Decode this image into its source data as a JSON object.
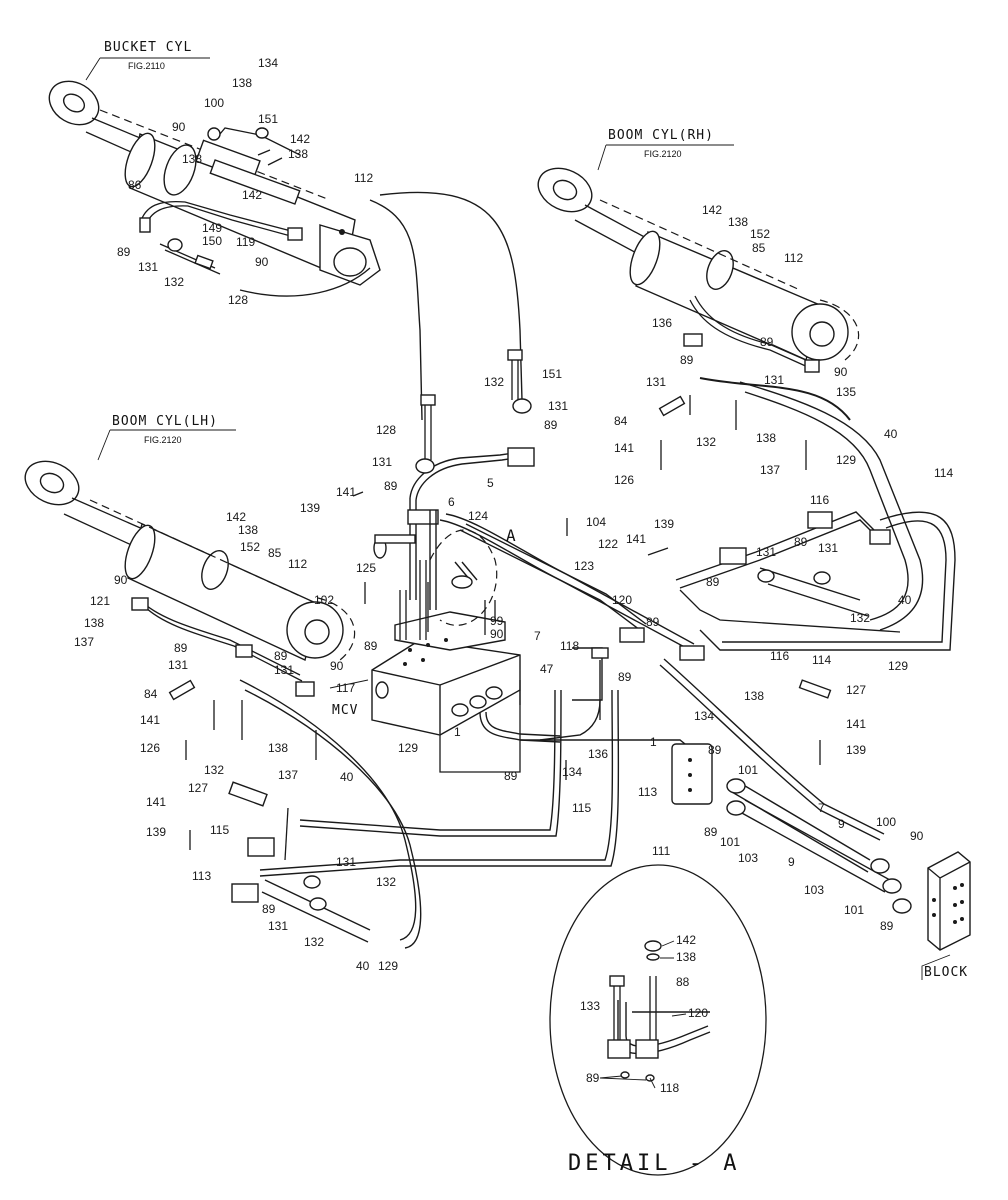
{
  "labels": {
    "bucket_cyl": "BUCKET CYL",
    "bucket_fig": "FIG.2110",
    "boom_rh": "BOOM CYL(RH)",
    "boom_rh_fig": "FIG.2120",
    "boom_lh": "BOOM CYL(LH)",
    "boom_lh_fig": "FIG.2120",
    "mcv": "MCV",
    "block": "BLOCK",
    "detail_marker": "A",
    "detail_title": "DETAIL - A"
  },
  "parts": {
    "p134a": "134",
    "p138a": "138",
    "p100a": "100",
    "p90a": "90",
    "p151a": "151",
    "p142a": "142",
    "p138b": "138",
    "p138c": "138",
    "p142b": "142",
    "p112a": "112",
    "p86": "86",
    "p89a": "89",
    "p149": "149",
    "p150": "150",
    "p119": "119",
    "p131a": "131",
    "p132a": "132",
    "p90b": "90",
    "p128a": "128",
    "p142c": "142",
    "p138d": "138",
    "p152a": "152",
    "p85a": "85",
    "p112b": "112",
    "p136a": "136",
    "p89b": "89",
    "p89c": "89",
    "p90c": "90",
    "p131b": "131",
    "p131c": "131",
    "p135": "135",
    "p84a": "84",
    "p132b": "132",
    "p138e": "138",
    "p141a": "141",
    "p126a": "126",
    "p137a": "137",
    "p129a": "129",
    "p40a": "40",
    "p114a": "114",
    "p132c": "132",
    "p151b": "151",
    "p131d": "131",
    "p89d": "89",
    "p128b": "128",
    "p131e": "131",
    "p89e": "89",
    "p6": "6",
    "p5": "5",
    "p141b": "141",
    "p139a": "139",
    "p125": "125",
    "p124": "124",
    "p102": "102",
    "p104": "104",
    "p141c": "141",
    "p139b": "139",
    "p122": "122",
    "p123": "123",
    "p99": "99",
    "p90d": "90",
    "p7a": "7",
    "p120a": "120",
    "p118a": "118",
    "p89f": "89",
    "p89g": "89",
    "p116a": "116",
    "p131f": "131",
    "p89h": "89",
    "p131g": "131",
    "p89i": "89",
    "p132d": "132",
    "p40b": "40",
    "p116b": "116",
    "p114b": "114",
    "p129b": "129",
    "p127a": "127",
    "p138f": "138",
    "p134b": "134",
    "p141d": "141",
    "p139c": "139",
    "p142d": "142",
    "p138g": "138",
    "p152b": "152",
    "p85b": "85",
    "p112c": "112",
    "p90e": "90",
    "p121": "121",
    "p138h": "138",
    "p137b": "137",
    "p89j": "89",
    "p131h": "131",
    "p89k": "89",
    "p131i": "131",
    "p90f": "90",
    "p89l": "89",
    "p117": "117",
    "p84b": "84",
    "p141e": "141",
    "p126b": "126",
    "p132e": "132",
    "p138i": "138",
    "p137c": "137",
    "p40c": "40",
    "p129c": "129",
    "p47": "47",
    "p1a": "1",
    "p89m": "89",
    "p134c": "134",
    "p136b": "136",
    "p1b": "1",
    "p89n": "89",
    "p101a": "101",
    "p115a": "115",
    "p113a": "113",
    "p89o": "89",
    "p111": "111",
    "p101b": "101",
    "p103a": "103",
    "p7b": "7",
    "p9a": "9",
    "p100b": "100",
    "p90g": "90",
    "p9b": "9",
    "p103b": "103",
    "p101c": "101",
    "p89p": "89",
    "p141f": "141",
    "p127b": "127",
    "p139d": "139",
    "p115b": "115",
    "p113b": "113",
    "p89q": "89",
    "p131j": "131",
    "p132f": "132",
    "p131k": "131",
    "p132g": "132",
    "p40d": "40",
    "p129d": "129",
    "p142e": "142",
    "p138j": "138",
    "p133": "133",
    "p88": "88",
    "p120b": "120",
    "p89r": "89",
    "p118b": "118"
  }
}
